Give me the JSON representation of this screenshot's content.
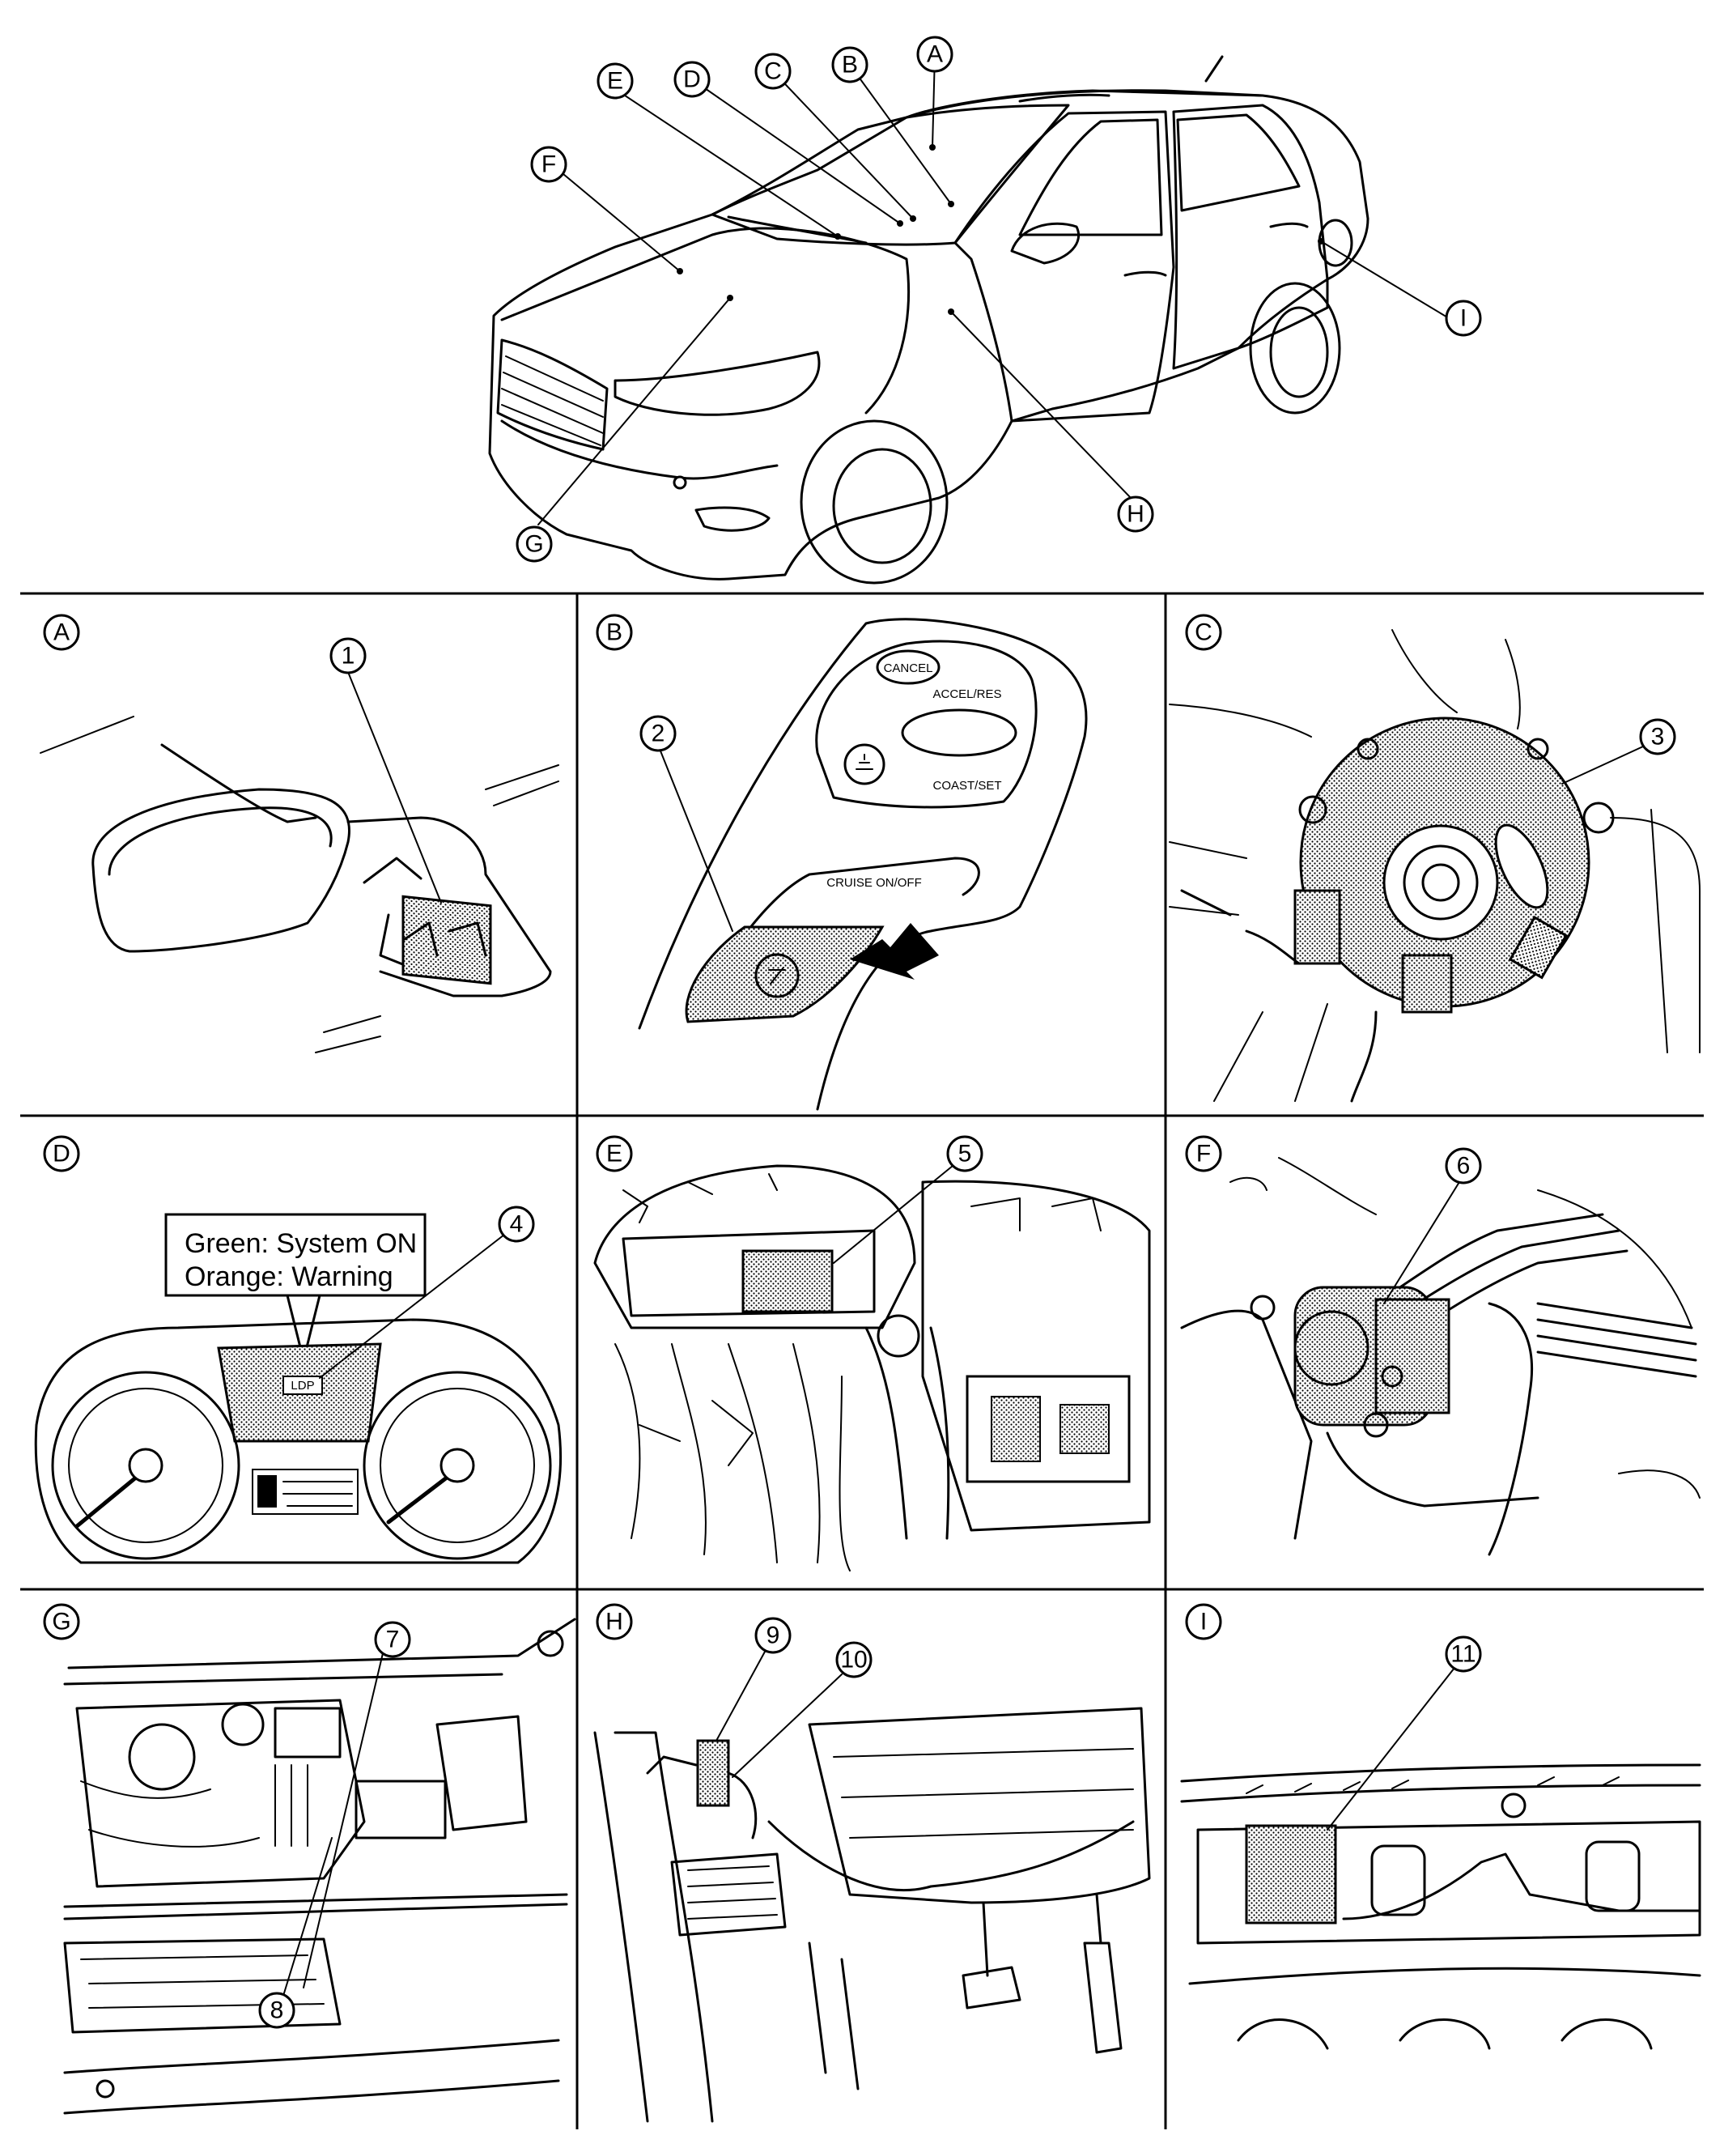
{
  "locations": {
    "A": "A",
    "B": "B",
    "C": "C",
    "D": "D",
    "E": "E",
    "F": "F",
    "G": "G",
    "H": "H",
    "I": "I"
  },
  "components": {
    "c1": "1",
    "c2": "2",
    "c3": "3",
    "c4": "4",
    "c5": "5",
    "c6": "6",
    "c7": "7",
    "c8": "8",
    "c9": "9",
    "c10": "10",
    "c11": "11"
  },
  "switch_labels": {
    "cancel": "CANCEL",
    "accel_res": "ACCEL/RES",
    "coast_set": "COAST/SET",
    "cruise_on_off": "CRUISE ON/OFF"
  },
  "meter_callout": {
    "line1": "Green: System ON",
    "line2": "Orange: Warning",
    "indicator": "LDP"
  },
  "colors": {
    "line": "#000000",
    "background": "#ffffff",
    "stipple": "#000000"
  }
}
